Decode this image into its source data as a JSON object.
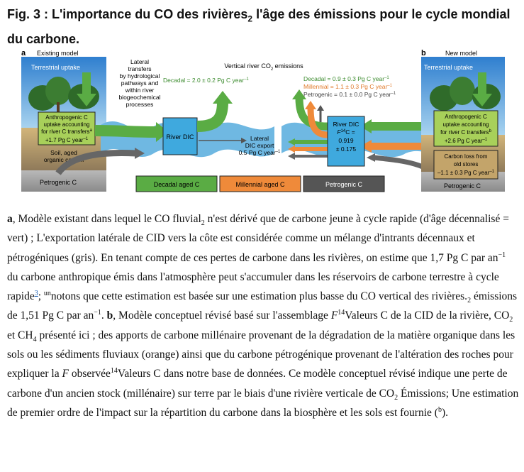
{
  "figure_title": {
    "fig_label": "Fig. 3 :",
    "part1": " L'importance du CO des rivières",
    "sub": "2",
    "part2": " l'âge des émissions pour le cycle mondial du carbone."
  },
  "diagram": {
    "panel_a": {
      "letter": "a",
      "heading": "Existing model",
      "terrestrial_uptake": "Terrestrial uptake",
      "anthro_box": [
        "Anthropogenic C",
        "uptake accounting",
        "for river C transfers",
        "+1.7 Pg C year"
      ],
      "anthro_sup_mark": "a",
      "soil_label": [
        "Soil, aged",
        "organic carbon"
      ],
      "petro_label": "Petrogenic C",
      "lateral_transfers": [
        "Lateral",
        "transfers",
        "by hydrological",
        "pathways and",
        "within river",
        "biogeochemical",
        "processes"
      ],
      "vertical_title": "Vertical river CO",
      "vertical_title_sub": "2",
      "vertical_title_tail": " emissions",
      "decadal_flux": "Decadal = 2.0 ± 0.2 Pg C year",
      "river_dic": "River DIC",
      "lateral_export": [
        "Lateral",
        "DIC export",
        "0.5 Pg C year"
      ]
    },
    "panel_b": {
      "letter": "b",
      "heading": "New model",
      "terrestrial_uptake": "Terrestrial uptake",
      "decadal_flux": "Decadal = 0.9 ± 0.3 Pg C year",
      "millennial_flux": "Millennial = 1.1 ± 0.3 Pg C year",
      "petrogenic_flux": "Petrogenic = 0.1 ± 0.0 Pg C year",
      "river_dic": [
        "River DIC",
        "C =",
        "0.919",
        "± 0.175"
      ],
      "f14c_prefix": "F",
      "f14c_sup": "14",
      "anthro_box": [
        "Anthropogenic C",
        "uptake accounting",
        "for river C transfers",
        "+2.6 Pg C year"
      ],
      "anthro_sup_mark": "b",
      "carbon_loss_box": [
        "Carbon loss from",
        "old stores",
        "–1.1 ± 0.3 Pg C year"
      ],
      "petro_label": "Petrogenic C"
    },
    "per_year_exponent": "–1",
    "legend": [
      "Decadal aged C",
      "Millennial aged C",
      "Petrogenic C"
    ],
    "colors": {
      "decadal": "#5aac44",
      "millennial": "#ef8a3a",
      "petrogenic": "#555555",
      "river": "#6fb8e2",
      "river_box": "#3fa9de",
      "anthro_box": "#a8d05a",
      "soil": "#c3a46a",
      "sky": "#3f8fd6"
    }
  },
  "caption": {
    "s1_letter": "a",
    "s1": ", Modèle existant dans lequel le CO fluvial",
    "s1_sub": "2",
    "s2": " n'est dérivé que de carbone jeune à cycle rapide (d'âge décennalisé = vert) ; L'exportation latérale de CID vers la côte est considérée comme un mélange d'intrants décennaux et pétrogéniques (gris). En tenant compte de ces pertes de carbone dans les rivières, on estime que 1,7 Pg C par an",
    "exp1": "−1",
    "s3": " du carbone anthropique émis dans l'atmosphère peut s'accumuler dans les réservoirs de carbone terrestre à cycle rapide",
    "ref3": "3",
    "s4": "; ",
    "un_sup": "un",
    "s5": "notons que cette estimation est basée sur une estimation plus basse du CO vertical des rivières.",
    "s5_sub": "2",
    "s6": " émissions de 1,51 Pg C par an",
    "exp2": "−1",
    "s7": ". ",
    "b_letter": "b",
    "s8": ", Modèle conceptuel révisé basé sur l'assemblage ",
    "f1": "F",
    "f1_sup": "14",
    "s9": "Valeurs C de la CID de la rivière, CO",
    "s9_sub": "2",
    "s10": " et CH",
    "s10_sub": "4",
    "s11": " présenté ici ; des apports de carbone millénaire provenant de la dégradation de la matière organique dans les sols ou les sédiments fluviaux (orange) ainsi que du carbone pétrogénique provenant de l'altération des roches pour expliquer la ",
    "f2": "F",
    "s12": " observée",
    "f2_sup": "14",
    "s13": "Valeurs C dans notre base de données. Ce modèle conceptuel révisé indique une perte de carbone d'un ancien stock (millénaire) sur terre par le biais d'une rivière verticale de CO",
    "s13_sub": "2",
    "s14": " Émissions; Une estimation de premier ordre de l'impact sur la répartition du carbone dans la biosphère et les sols est fournie (",
    "b_sup": "b",
    "s15": ")."
  }
}
